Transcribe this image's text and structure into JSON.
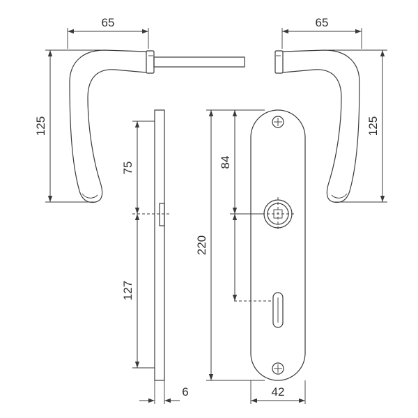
{
  "dimensions": {
    "lever_left_width": "65",
    "lever_right_width": "65",
    "lever_left_height": "125",
    "lever_right_height": "125",
    "upper_offset": "75",
    "lower_offset": "127",
    "plate_height": "220",
    "spindle_to_top": "84",
    "plate_thickness": "6",
    "plate_width": "42"
  },
  "colors": {
    "line": "#3a3a3a",
    "text": "#2e2e2e",
    "background": "#ffffff"
  }
}
